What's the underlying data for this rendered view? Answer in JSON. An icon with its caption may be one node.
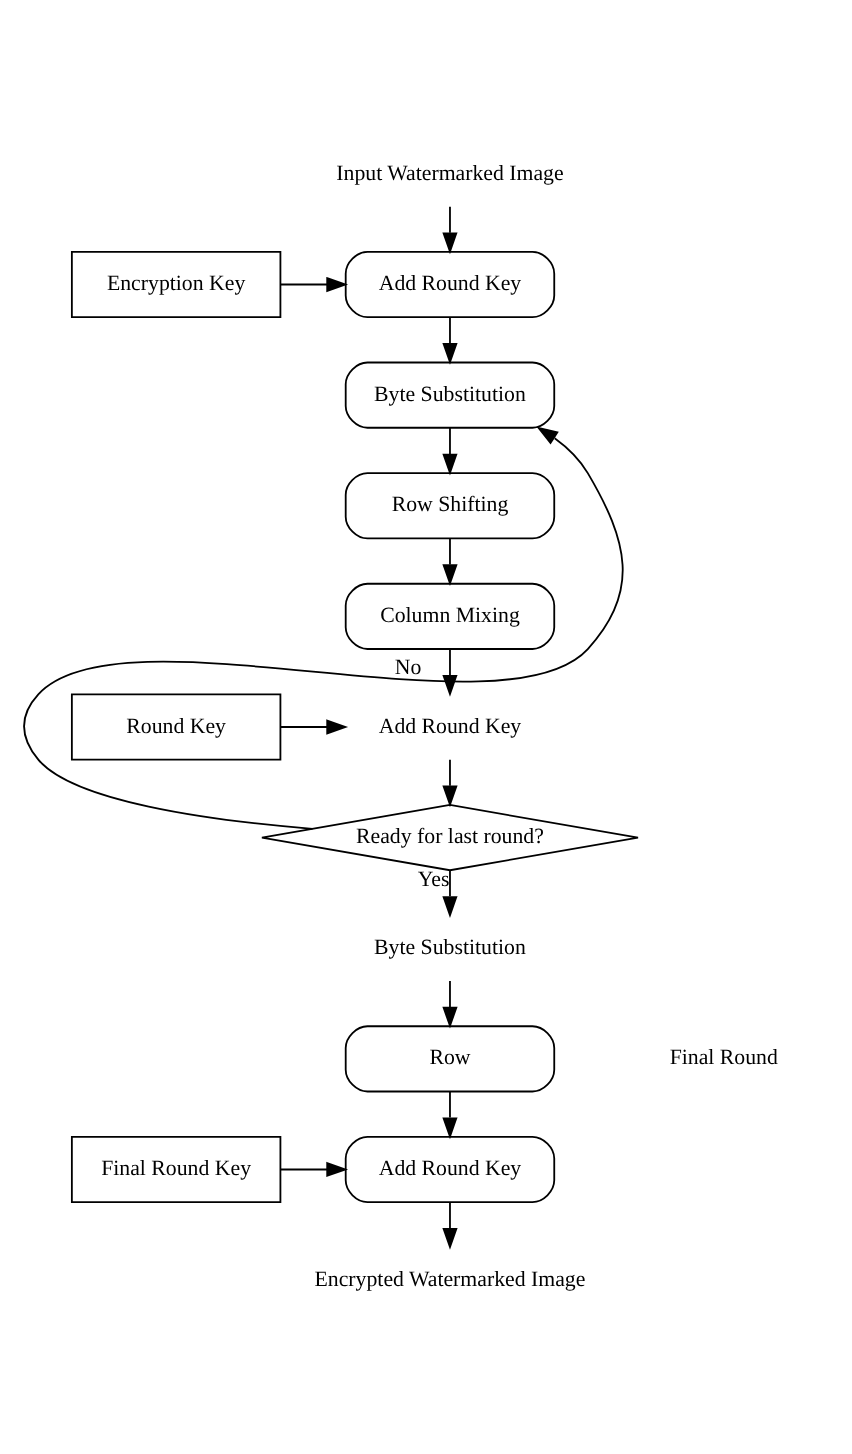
{
  "diagram": {
    "nodes": [
      {
        "text": [
          "Input Watermarked Image"
        ]
      },
      {
        "text": [
          "Encryption Key"
        ]
      },
      {
        "text": [
          "Add Round Key"
        ]
      },
      {
        "text": [
          "Byte Substitution"
        ]
      },
      {
        "text": [
          "Row Shifting"
        ]
      },
      {
        "text": [
          "Column Mixing"
        ]
      },
      {
        "text": [
          "Round Key"
        ]
      },
      {
        "text": [
          "Add Round Key"
        ]
      },
      {
        "text": [
          "Ready for last round?"
        ]
      },
      {
        "text": [
          "Byte Substitution"
        ]
      },
      {
        "text": [
          "Row"
        ]
      },
      {
        "text": [
          "Final Round Key"
        ]
      },
      {
        "text": [
          "Add Round Key"
        ]
      },
      {
        "text": [
          "Encrypted Watermarked Image"
        ]
      }
    ],
    "edges": [
      {
        "from": 0,
        "to": 2,
        "arrow": "to"
      },
      {
        "from": 1,
        "to": 2,
        "arrow": "to"
      },
      {
        "from": 2,
        "to": 3,
        "arrow": "to"
      },
      {
        "from": 3,
        "to": 4,
        "arrow": "to"
      },
      {
        "from": 4,
        "to": 5,
        "arrow": "to"
      },
      {
        "from": 5,
        "to": 7,
        "arrow": "to"
      },
      {
        "from": 6,
        "to": 7,
        "arrow": "to"
      },
      {
        "from": 7,
        "to": 8,
        "arrow": "to"
      },
      {
        "from": 8,
        "to": 3,
        "arrow": "to",
        "label": "No"
      },
      {
        "from": 8,
        "to": 9,
        "arrow": "to",
        "label": "Yes"
      },
      {
        "from": 9,
        "to": 10,
        "arrow": "to"
      },
      {
        "from": 10,
        "to": 12,
        "arrow": "to"
      },
      {
        "from": 11,
        "to": 12,
        "arrow": "to"
      },
      {
        "from": 12,
        "to": 13,
        "arrow": "to"
      }
    ],
    "labels": [
      "Final Round"
    ]
  }
}
